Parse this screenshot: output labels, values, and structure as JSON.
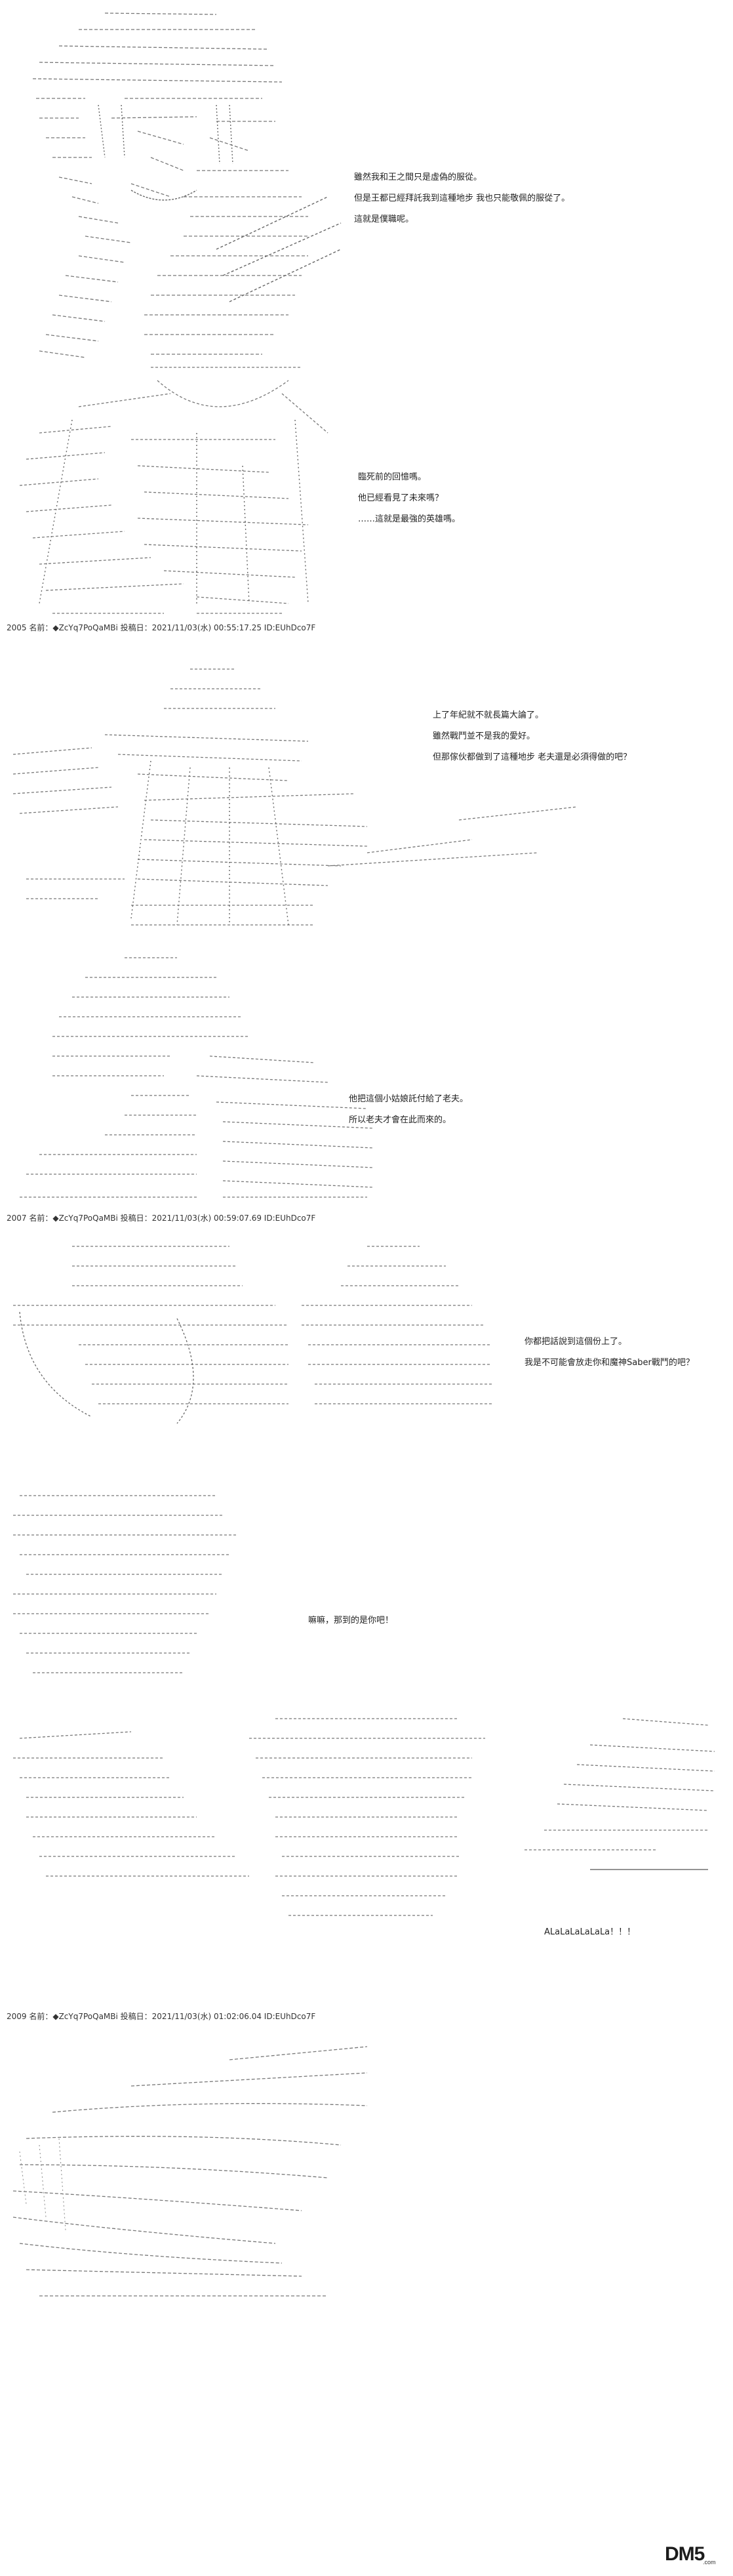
{
  "panel1": {
    "lines": [
      "雖然我和王之間只是虛偽的服從。",
      "但是王都已經拜託我到這種地步 我也只能敬佩的服從了。",
      "這就是僕職呢。"
    ]
  },
  "panel2": {
    "lines": [
      "臨死前的回憶嗎。",
      "他已經看見了未來嗎？",
      "……這就是最強的英雄嗎。"
    ]
  },
  "post1": {
    "text": "2005 名前：◆ZcYq7PoQaMBi 投稿日：2021/11/03(水) 00:55:17.25 ID:EUhDco7F"
  },
  "panel3": {
    "lines": [
      "上了年紀就不就長篇大論了。",
      "雖然戰鬥並不是我的愛好。",
      "但那傢伙都做到了這種地步 老夫還是必須得做的吧？"
    ]
  },
  "panel4": {
    "lines": [
      "他把這個小姑娘託付給了老夫。",
      "所以老夫才會在此而來的。"
    ]
  },
  "post2": {
    "text": "2007 名前：◆ZcYq7PoQaMBi 投稿日：2021/11/03(水) 00:59:07.69 ID:EUhDco7F"
  },
  "panel5": {
    "lines": [
      "你都把話說到這個份上了。",
      "我是不可能會放走你和魔神Saber戰鬥的吧？"
    ]
  },
  "panel6": {
    "lines": [
      "嘛嘛，那到的是你吧！"
    ]
  },
  "panel7": {
    "lines": [
      "ALaLaLaLaLaLa！！！"
    ]
  },
  "post3": {
    "text": "2009 名前：◆ZcYq7PoQaMBi 投稿日：2021/11/03(水) 01:02:06.04 ID:EUhDco7F"
  },
  "logo": {
    "text": "DM5",
    "sub": ".com"
  }
}
